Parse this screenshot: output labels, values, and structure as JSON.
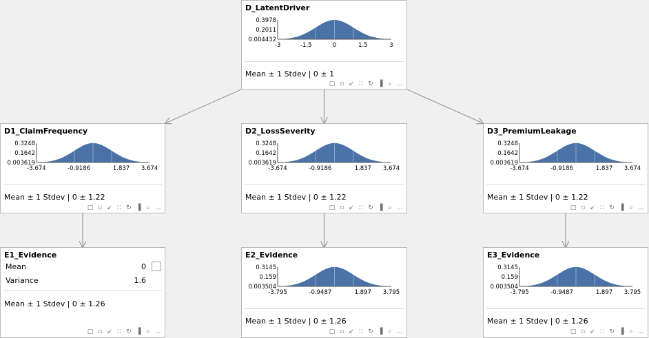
{
  "colors": {
    "curve": "#4a72a7",
    "edge": "#9a9a9a",
    "node_border": "#b9b9b9"
  },
  "toolbar_icons": [
    "table-icon",
    "bookmark-icon",
    "arrow-icon",
    "grid-icon",
    "refresh-icon",
    "histogram-icon",
    "search-icon",
    "more-icon"
  ],
  "nodes": [
    {
      "id": "D_LatentDriver",
      "title": "D_LatentDriver",
      "summary": "Mean ± 1 Stdev | 0 ± 1",
      "y_ticks": [
        "0.3978",
        "0.2011",
        "0.004432"
      ],
      "x_ticks": [
        "-3",
        "-1.5",
        "0",
        "1.5",
        "3"
      ]
    },
    {
      "id": "D1_ClaimFrequency",
      "title": "D1_ClaimFrequency",
      "summary": "Mean ± 1 Stdev | 0 ± 1.22",
      "y_ticks": [
        "0.3248",
        "0.1642",
        "0.003619"
      ],
      "x_ticks": [
        "-3.674",
        "-0.9186",
        "1.837",
        "3.674"
      ]
    },
    {
      "id": "D2_LossSeverity",
      "title": "D2_LossSeverity",
      "summary": "Mean ± 1 Stdev | 0 ± 1.22",
      "y_ticks": [
        "0.3248",
        "0.1642",
        "0.003619"
      ],
      "x_ticks": [
        "-3.674",
        "-0.9186",
        "1.837",
        "3.674"
      ]
    },
    {
      "id": "D3_PremiumLeakage",
      "title": "D3_PremiumLeakage",
      "summary": "Mean ± 1 Stdev | 0 ± 1.22",
      "y_ticks": [
        "0.3248",
        "0.1642",
        "0.003619"
      ],
      "x_ticks": [
        "-3.674",
        "-0.9186",
        "1.837",
        "3.674"
      ]
    },
    {
      "id": "E1_Evidence",
      "title": "E1_Evidence",
      "summary": "Mean ± 1 Stdev | 0 ± 1.26",
      "evidence": {
        "mean_label": "Mean",
        "mean_value": "0",
        "variance_label": "Variance",
        "variance_value": "1.6"
      }
    },
    {
      "id": "E2_Evidence",
      "title": "E2_Evidence",
      "summary": "Mean ± 1 Stdev | 0 ± 1.26",
      "y_ticks": [
        "0.3145",
        "0.159",
        "0.003504"
      ],
      "x_ticks": [
        "-3.795",
        "-0.9487",
        "1.897",
        "3.795"
      ]
    },
    {
      "id": "E3_Evidence",
      "title": "E3_Evidence",
      "summary": "Mean ± 1 Stdev | 0 ± 1.26",
      "y_ticks": [
        "0.3145",
        "0.159",
        "0.003504"
      ],
      "x_ticks": [
        "-3.795",
        "-0.9487",
        "1.897",
        "3.795"
      ]
    }
  ],
  "edges": [
    {
      "from": "D_LatentDriver",
      "to": "D1_ClaimFrequency"
    },
    {
      "from": "D_LatentDriver",
      "to": "D2_LossSeverity"
    },
    {
      "from": "D_LatentDriver",
      "to": "D3_PremiumLeakage"
    },
    {
      "from": "D1_ClaimFrequency",
      "to": "E1_Evidence"
    },
    {
      "from": "D2_LossSeverity",
      "to": "E2_Evidence"
    },
    {
      "from": "D3_PremiumLeakage",
      "to": "E3_Evidence"
    }
  ],
  "chart_data": [
    {
      "type": "area",
      "title": "D_LatentDriver",
      "distribution": "normal",
      "mean": 0,
      "stdev": 1,
      "xlim": [
        -3,
        3
      ],
      "ylim": [
        0.004432,
        0.3978
      ],
      "y_ticks": [
        0.3978,
        0.2011,
        0.004432
      ],
      "x_ticks": [
        -3,
        -1.5,
        0,
        1.5,
        3
      ]
    },
    {
      "type": "area",
      "title": "D1_ClaimFrequency",
      "distribution": "normal",
      "mean": 0,
      "stdev": 1.22,
      "xlim": [
        -3.674,
        3.674
      ],
      "ylim": [
        0.003619,
        0.3248
      ],
      "y_ticks": [
        0.3248,
        0.1642,
        0.003619
      ],
      "x_ticks": [
        -3.674,
        -0.9186,
        1.837,
        3.674
      ]
    },
    {
      "type": "area",
      "title": "D2_LossSeverity",
      "distribution": "normal",
      "mean": 0,
      "stdev": 1.22,
      "xlim": [
        -3.674,
        3.674
      ],
      "ylim": [
        0.003619,
        0.3248
      ],
      "y_ticks": [
        0.3248,
        0.1642,
        0.003619
      ],
      "x_ticks": [
        -3.674,
        -0.9186,
        1.837,
        3.674
      ]
    },
    {
      "type": "area",
      "title": "D3_PremiumLeakage",
      "distribution": "normal",
      "mean": 0,
      "stdev": 1.22,
      "xlim": [
        -3.674,
        3.674
      ],
      "ylim": [
        0.003619,
        0.3248
      ],
      "y_ticks": [
        0.3248,
        0.1642,
        0.003619
      ],
      "x_ticks": [
        -3.674,
        -0.9186,
        1.837,
        3.674
      ]
    },
    {
      "type": "area",
      "title": "E2_Evidence",
      "distribution": "normal",
      "mean": 0,
      "stdev": 1.26,
      "xlim": [
        -3.795,
        3.795
      ],
      "ylim": [
        0.003504,
        0.3145
      ],
      "y_ticks": [
        0.3145,
        0.159,
        0.003504
      ],
      "x_ticks": [
        -3.795,
        -0.9487,
        1.897,
        3.795
      ]
    },
    {
      "type": "area",
      "title": "E3_Evidence",
      "distribution": "normal",
      "mean": 0,
      "stdev": 1.26,
      "xlim": [
        -3.795,
        3.795
      ],
      "ylim": [
        0.003504,
        0.3145
      ],
      "y_ticks": [
        0.3145,
        0.159,
        0.003504
      ],
      "x_ticks": [
        -3.795,
        -0.9487,
        1.897,
        3.795
      ]
    }
  ]
}
